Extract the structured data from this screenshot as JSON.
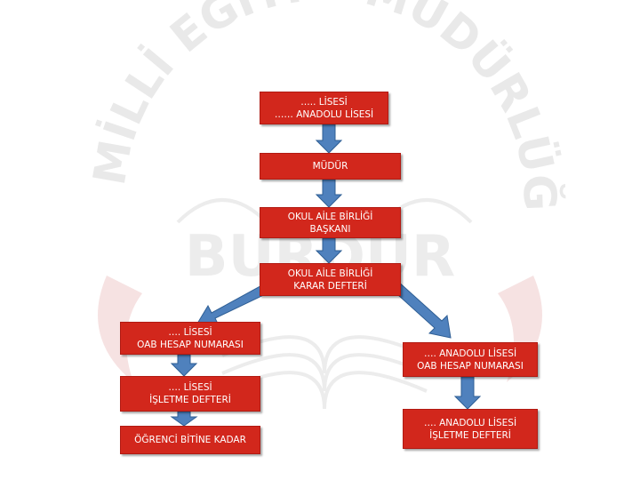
{
  "watermark": {
    "arc_text": "İL MİLLİ EĞİTİM MÜDÜRLÜĞÜ",
    "center_text": "BURDUR"
  },
  "colors": {
    "box_fill": "#d2271c",
    "arrow_fill": "#4f81bd",
    "watermark": "#e9e9e9"
  },
  "boxes": {
    "school": {
      "line1": "….. LİSESİ",
      "line2": "…… ANADOLU LİSESİ"
    },
    "principal": {
      "line1": "MÜDÜR"
    },
    "oab_president": {
      "line1": "OKUL AİLE BİRLİĞİ",
      "line2": "BAŞKANI"
    },
    "oab_decision_book": {
      "line1": "OKUL AİLE BİRLİĞİ",
      "line2": "KARAR DEFTERİ"
    },
    "lise_account": {
      "line1": "…. LİSESİ",
      "line2": "OAB HESAP NUMARASI"
    },
    "lise_ledger": {
      "line1": "…. LİSESİ",
      "line2": "İŞLETME DEFTERİ"
    },
    "until_receipt": {
      "line1": "ÖĞRENCİ BİTİNE KADAR"
    },
    "anadolu_account": {
      "line1": "…. ANADOLU LİSESİ",
      "line2": "OAB HESAP NUMARASI"
    },
    "anadolu_ledger": {
      "line1": "…. ANADOLU LİSESİ",
      "line2": "İŞLETME DEFTERİ"
    }
  }
}
